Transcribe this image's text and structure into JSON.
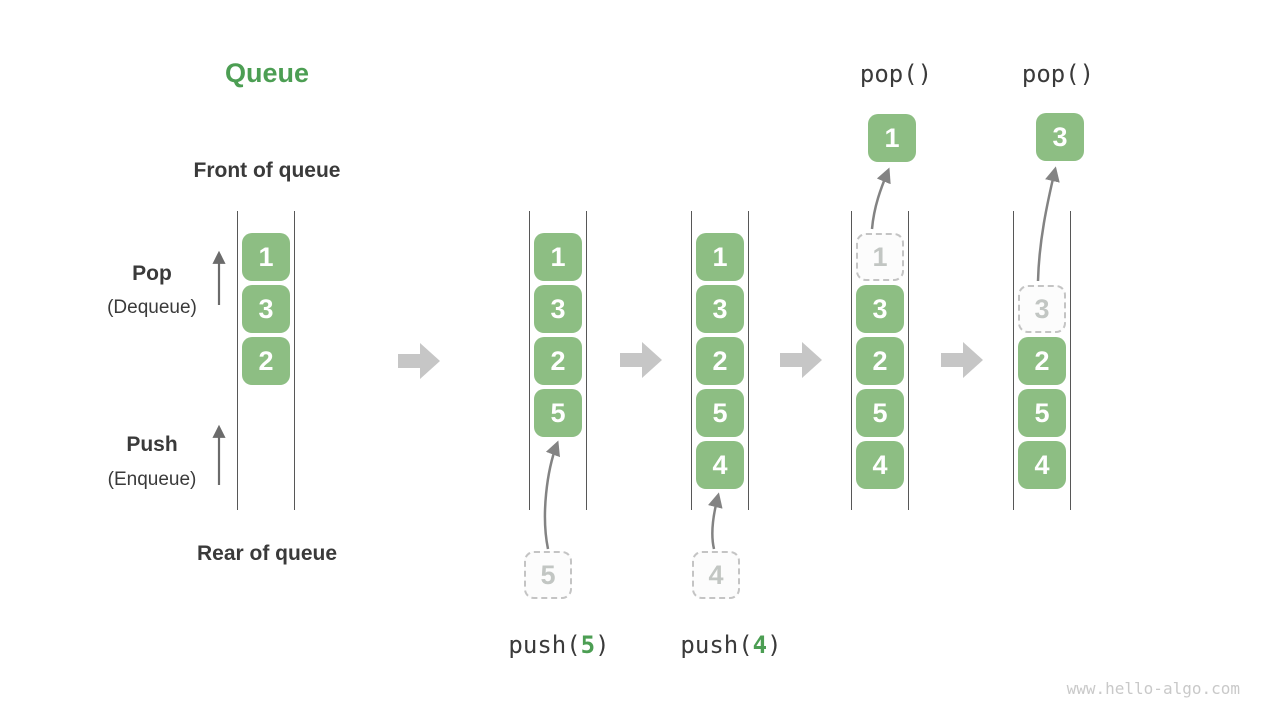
{
  "title": "Queue",
  "labels": {
    "front": "Front of queue",
    "pop": "Pop",
    "pop_sub": "(Dequeue)",
    "push": "Push",
    "push_sub": "(Enqueue)",
    "rear": "Rear of queue"
  },
  "columns": [
    {
      "boxes": [
        {
          "v": "1",
          "t": "filled"
        },
        {
          "v": "3",
          "t": "filled"
        },
        {
          "v": "2",
          "t": "filled"
        }
      ]
    },
    {
      "boxes": [
        {
          "v": "1",
          "t": "filled"
        },
        {
          "v": "3",
          "t": "filled"
        },
        {
          "v": "2",
          "t": "filled"
        },
        {
          "v": "5",
          "t": "filled"
        }
      ]
    },
    {
      "boxes": [
        {
          "v": "1",
          "t": "filled"
        },
        {
          "v": "3",
          "t": "filled"
        },
        {
          "v": "2",
          "t": "filled"
        },
        {
          "v": "5",
          "t": "filled"
        },
        {
          "v": "4",
          "t": "filled"
        }
      ]
    },
    {
      "boxes": [
        {
          "v": "1",
          "t": "dashed"
        },
        {
          "v": "3",
          "t": "filled"
        },
        {
          "v": "2",
          "t": "filled"
        },
        {
          "v": "5",
          "t": "filled"
        },
        {
          "v": "4",
          "t": "filled"
        }
      ]
    },
    {
      "boxes": [
        {
          "v": "",
          "t": "spacer"
        },
        {
          "v": "3",
          "t": "dashed"
        },
        {
          "v": "2",
          "t": "filled"
        },
        {
          "v": "5",
          "t": "filled"
        },
        {
          "v": "4",
          "t": "filled"
        }
      ]
    }
  ],
  "push_ops": [
    {
      "prefix": "push(",
      "num": "5",
      "suffix": ")",
      "incoming": "5"
    },
    {
      "prefix": "push(",
      "num": "4",
      "suffix": ")",
      "incoming": "4"
    }
  ],
  "pop_ops": [
    {
      "label": "pop()",
      "popped": "1"
    },
    {
      "label": "pop()",
      "popped": "3"
    }
  ],
  "watermark": "www.hello-algo.com",
  "colors": {
    "box_green": "#8DBE83",
    "accent_green": "#4C9E53",
    "text_dark": "#3A3A3A",
    "dash_gray": "#C4C4C4",
    "arrow_gray": "#838383",
    "block_arrow_gray": "#C6C6C6",
    "line_gray": "#575757",
    "watermark_gray": "#C9C9C9"
  }
}
